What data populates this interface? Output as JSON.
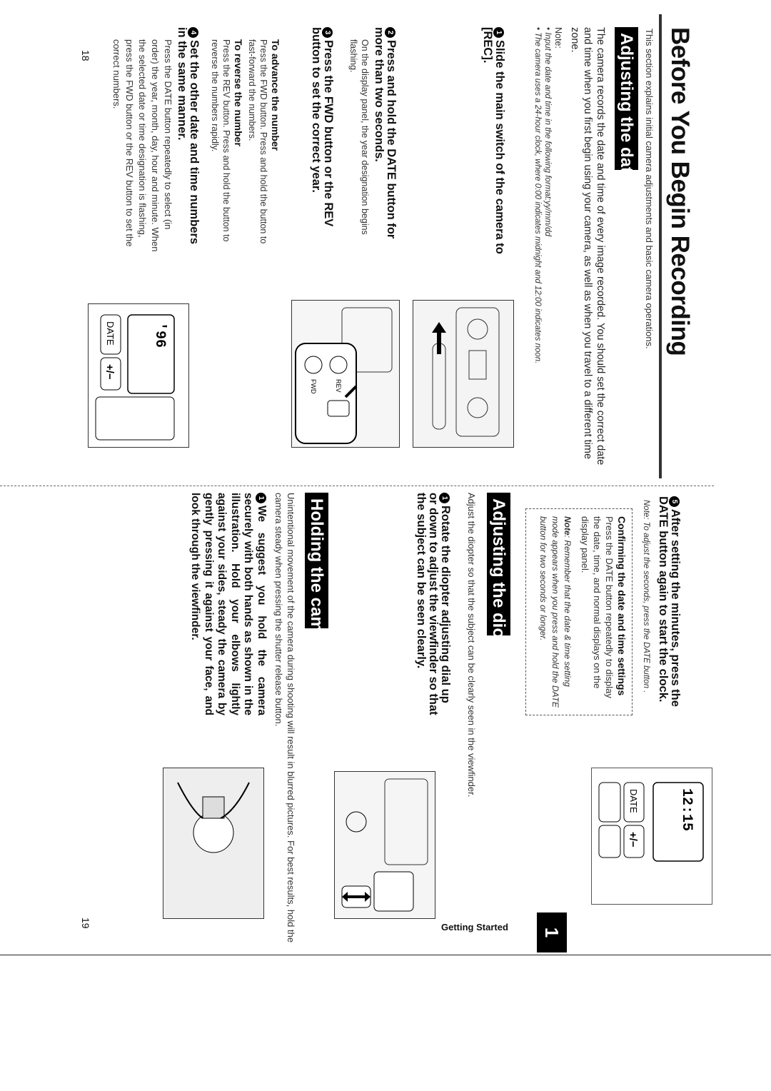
{
  "left_page": {
    "title": "Before You Begin Recording",
    "subtitle": "This section explains initial camera adjustments and basic camera operations.",
    "section_date": {
      "heading": "Adjusting the date and time",
      "intro": "The camera records the date and time of every image recorded. You should set the correct date and time when you first begin using your camera, as well as when you travel to a different time zone.",
      "note_label": "Note:",
      "notes": [
        "Input the date and time in the following format:yy/mm/dd",
        "The camera uses a 24-hour clock, where 0:00 indicates midnight and 12:00 indicates noon."
      ],
      "steps": [
        {
          "num": "1",
          "text": "Slide the main switch of the camera to [REC]."
        },
        {
          "num": "2",
          "text": "Press and hold the DATE button for more than two seconds.",
          "detail": "On the display panel, the year designation begins flashing."
        },
        {
          "num": "3",
          "text": "Press the FWD button or the REV button to set the correct year."
        },
        {
          "num": "4",
          "text": "Set the other date and time numbers in the same manner.",
          "detail": "Press the DATE button repeatedly to select (in order) the year, month, day, hour and minute. When the selected date or time designation is flashing, press the FWD button or the REV button to set the correct numbers."
        }
      ],
      "advance": {
        "heading": "To advance the number",
        "text": "Press the FWD button. Press and hold the button to fast-forward the numbers."
      },
      "reverse": {
        "heading": "To reverse the number",
        "text": "Press the REV button. Press and hold the button to reverse the numbers rapidly."
      }
    },
    "illustrations": {
      "lcd_year": "'96",
      "date_button": "DATE",
      "plusminus_button": "+/−",
      "fwd_label": "FWD",
      "rev_label": "REV"
    },
    "page_number": "18"
  },
  "right_page": {
    "step5": {
      "num": "5",
      "text": "After setting the minutes, press the DATE button again to start the clock."
    },
    "step5_note": "Note: To adjust the seconds, press the DATE button .",
    "confirm_box": {
      "heading": "Confirming the date and time settings",
      "text": "Press the DATE button repeatedly to display the date, time, and normal displays on the display panel.",
      "note_label": "Note",
      "note": ": Remember that the date & time setting mode appears when you press and hold the DATE button for two seconds or longer."
    },
    "lcd_time": "12:15",
    "section_diopter": {
      "heading": "Adjusting the diopter",
      "intro": "Adjust the diopter so that the subject can be clearly seen in the viewfinder.",
      "step": {
        "num": "1",
        "text": "Rotate the diopter adjusting dial up or down to adjust the viewfinder so that the subject can be seen clearly."
      }
    },
    "section_holding": {
      "heading": "Holding the camera",
      "intro": "Unintentional movement of the camera during shooting will result in blurred pictures. For best results, hold the camera steady when pressing the shutter release button.",
      "step": {
        "num": "1",
        "text": "We suggest you hold the camera securely with both hands as shown in the illustration. Hold your elbows lightly against your sides, steady the camera by gently pressing it against your face, and look through the viewfinder."
      }
    },
    "chapter_label": "Getting Started",
    "chapter_number": "1",
    "page_number": "19"
  }
}
